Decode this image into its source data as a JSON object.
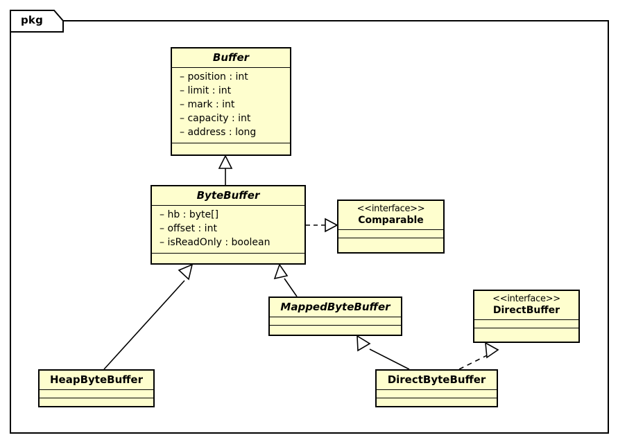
{
  "diagram": {
    "kind": "uml-class-diagram",
    "package_label": "pkg",
    "fill_color": "#FEFECE",
    "line_color": "#000000",
    "background": "#FFFFFF"
  },
  "classes": {
    "buffer": {
      "name": "Buffer",
      "kind": "abstract-class",
      "attributes": [
        "– position : int",
        "– limit : int",
        "– mark : int",
        "– capacity : int",
        "– address : long"
      ],
      "methods": []
    },
    "bytebuffer": {
      "name": "ByteBuffer",
      "kind": "abstract-class",
      "attributes": [
        "– hb : byte[]",
        "– offset : int",
        "– isReadOnly : boolean"
      ],
      "methods": []
    },
    "comparable": {
      "stereotype": "<<interface>>",
      "name": "Comparable",
      "kind": "interface",
      "attributes": [],
      "methods": []
    },
    "mappedbytebuffer": {
      "name": "MappedByteBuffer",
      "kind": "abstract-class",
      "attributes": [],
      "methods": []
    },
    "directbuffer": {
      "stereotype": "<<interface>>",
      "name": "DirectBuffer",
      "kind": "interface",
      "attributes": [],
      "methods": []
    },
    "heapbytebuffer": {
      "name": "HeapByteBuffer",
      "kind": "class",
      "attributes": [],
      "methods": []
    },
    "directbytebuffer": {
      "name": "DirectByteBuffer",
      "kind": "class",
      "attributes": [],
      "methods": []
    }
  },
  "relationships": [
    {
      "from": "ByteBuffer",
      "to": "Buffer",
      "type": "generalization"
    },
    {
      "from": "ByteBuffer",
      "to": "Comparable",
      "type": "realization"
    },
    {
      "from": "HeapByteBuffer",
      "to": "ByteBuffer",
      "type": "generalization"
    },
    {
      "from": "MappedByteBuffer",
      "to": "ByteBuffer",
      "type": "generalization"
    },
    {
      "from": "DirectByteBuffer",
      "to": "MappedByteBuffer",
      "type": "generalization"
    },
    {
      "from": "DirectByteBuffer",
      "to": "DirectBuffer",
      "type": "realization"
    }
  ]
}
